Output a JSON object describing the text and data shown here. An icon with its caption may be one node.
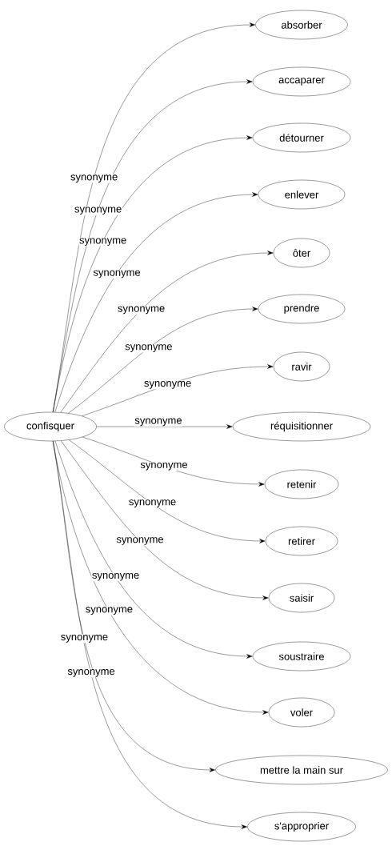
{
  "diagram": {
    "nodes": [
      {
        "text": [
          "confisquer"
        ]
      },
      {
        "text": [
          "absorber"
        ]
      },
      {
        "text": [
          "accaparer"
        ]
      },
      {
        "text": [
          "détourner"
        ]
      },
      {
        "text": [
          "enlever"
        ]
      },
      {
        "text": [
          "ôter"
        ]
      },
      {
        "text": [
          "prendre"
        ]
      },
      {
        "text": [
          "ravir"
        ]
      },
      {
        "text": [
          "réquisitionner"
        ]
      },
      {
        "text": [
          "retenir"
        ]
      },
      {
        "text": [
          "retirer"
        ]
      },
      {
        "text": [
          "saisir"
        ]
      },
      {
        "text": [
          "soustraire"
        ]
      },
      {
        "text": [
          "voler"
        ]
      },
      {
        "text": [
          "mettre la main sur"
        ]
      },
      {
        "text": [
          "s'approprier"
        ]
      }
    ],
    "edges": [
      {
        "from": 0,
        "to": 1,
        "arrow": "to",
        "label": "synonyme"
      },
      {
        "from": 0,
        "to": 2,
        "arrow": "to",
        "label": "synonyme"
      },
      {
        "from": 0,
        "to": 3,
        "arrow": "to",
        "label": "synonyme"
      },
      {
        "from": 0,
        "to": 4,
        "arrow": "to",
        "label": "synonyme"
      },
      {
        "from": 0,
        "to": 5,
        "arrow": "to",
        "label": "synonyme"
      },
      {
        "from": 0,
        "to": 6,
        "arrow": "to",
        "label": "synonyme"
      },
      {
        "from": 0,
        "to": 7,
        "arrow": "to",
        "label": "synonyme"
      },
      {
        "from": 0,
        "to": 8,
        "arrow": "to",
        "label": "synonyme"
      },
      {
        "from": 0,
        "to": 9,
        "arrow": "to",
        "label": "synonyme"
      },
      {
        "from": 0,
        "to": 10,
        "arrow": "to",
        "label": "synonyme"
      },
      {
        "from": 0,
        "to": 11,
        "arrow": "to",
        "label": "synonyme"
      },
      {
        "from": 0,
        "to": 12,
        "arrow": "to",
        "label": "synonyme"
      },
      {
        "from": 0,
        "to": 13,
        "arrow": "to",
        "label": "synonyme"
      },
      {
        "from": 0,
        "to": 14,
        "arrow": "to",
        "label": "synonyme"
      },
      {
        "from": 0,
        "to": 15,
        "arrow": "to",
        "label": "synonyme"
      }
    ]
  }
}
